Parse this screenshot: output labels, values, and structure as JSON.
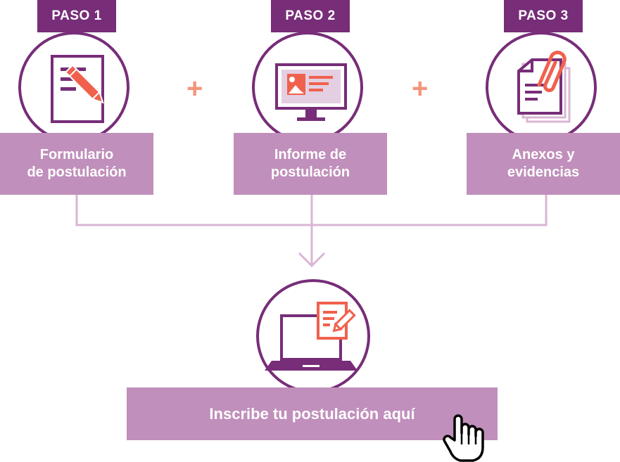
{
  "steps": [
    {
      "tag": "PASO 1",
      "label": "Formulario\nde postulación",
      "icon": "form-pencil-icon"
    },
    {
      "tag": "PASO 2",
      "label": "Informe de\npostulación",
      "icon": "monitor-report-icon"
    },
    {
      "tag": "PASO 3",
      "label": "Anexos y\nevidencias",
      "icon": "paperclip-documents-icon"
    }
  ],
  "connectors": {
    "plus_symbol": "+"
  },
  "final": {
    "label": "Inscribe tu postulación aquí",
    "icon": "laptop-form-icon",
    "cursor_icon": "hand-pointer-icon"
  },
  "colors": {
    "primary_purple": "#772d78",
    "label_mauve": "#c08fbb",
    "accent_coral": "#f0614d",
    "plus_salmon": "#f4957a",
    "line_light": "#d9b6d4"
  }
}
